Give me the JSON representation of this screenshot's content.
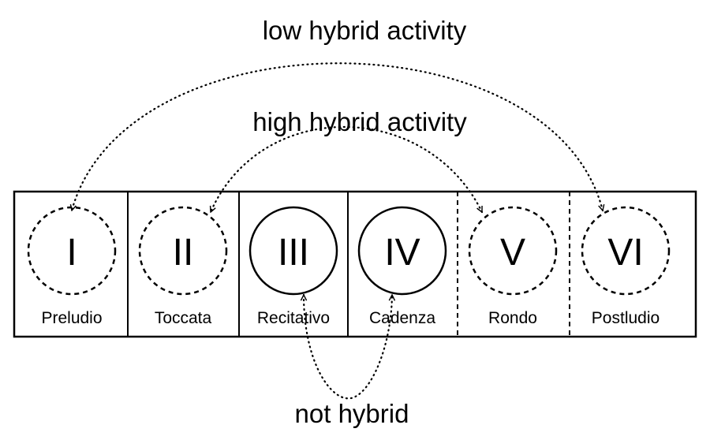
{
  "annotations": {
    "top": "low hybrid activity",
    "middle": "high hybrid activity",
    "bottom": "not hybrid"
  },
  "movements": [
    {
      "numeral": "I",
      "name": "Preludio",
      "circle": "dashed"
    },
    {
      "numeral": "II",
      "name": "Toccata",
      "circle": "dashed"
    },
    {
      "numeral": "III",
      "name": "Recitativo",
      "circle": "solid"
    },
    {
      "numeral": "IV",
      "name": "Cadenza",
      "circle": "solid"
    },
    {
      "numeral": "V",
      "name": "Rondo",
      "circle": "dashed"
    },
    {
      "numeral": "VI",
      "name": "Postludio",
      "circle": "dashed"
    }
  ],
  "colors": {
    "stroke": "#000000",
    "background": "#ffffff"
  }
}
